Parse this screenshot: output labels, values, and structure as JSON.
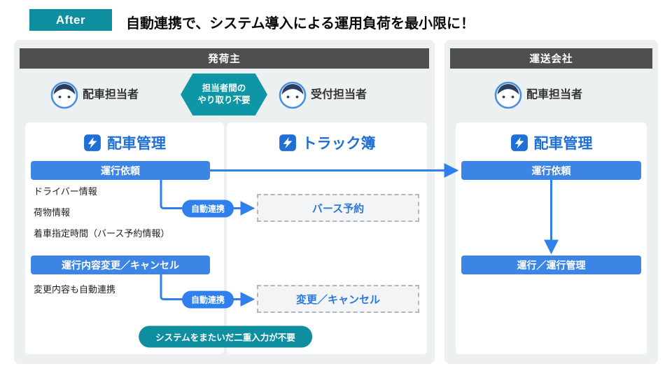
{
  "colors": {
    "teal_accent": "#0d8fa0",
    "header_gray": "#4f4f4f",
    "panel_bg": "#edf0f1",
    "button_blue": "#3d85e4",
    "arrow_blue": "#2f80ed",
    "brand_blue": "#1f6fd4"
  },
  "header": {
    "badge_label": "After",
    "title": "自動連携で、システム導入による運用負荷を最小限に！"
  },
  "shipper": {
    "title": "発荷主",
    "dispatcher_label": "配車担当者",
    "receptionist_label": "受付担当者",
    "no_interaction_line1": "担当者間の",
    "no_interaction_line2": "やり取り不要",
    "dispatch_app": {
      "name": "配車管理",
      "request_button": "運行依頼",
      "items": [
        "ドライバー情報",
        "荷物情報",
        "着車指定時間（バース予約情報）"
      ],
      "change_button": "運行内容変更／キャンセル",
      "change_note": "変更内容も自動連携"
    },
    "truck_app": {
      "name": "トラック簿",
      "berth_box": "バース予約",
      "change_box": "変更／キャンセル"
    },
    "auto_link_label": "自動連携",
    "bottom_note": "システムをまたいだ二重入力が不要"
  },
  "carrier": {
    "title": "運送会社",
    "dispatcher_label": "配車担当者",
    "app_name": "配車管理",
    "request_button": "運行依頼",
    "manage_button": "運行／運行管理"
  }
}
